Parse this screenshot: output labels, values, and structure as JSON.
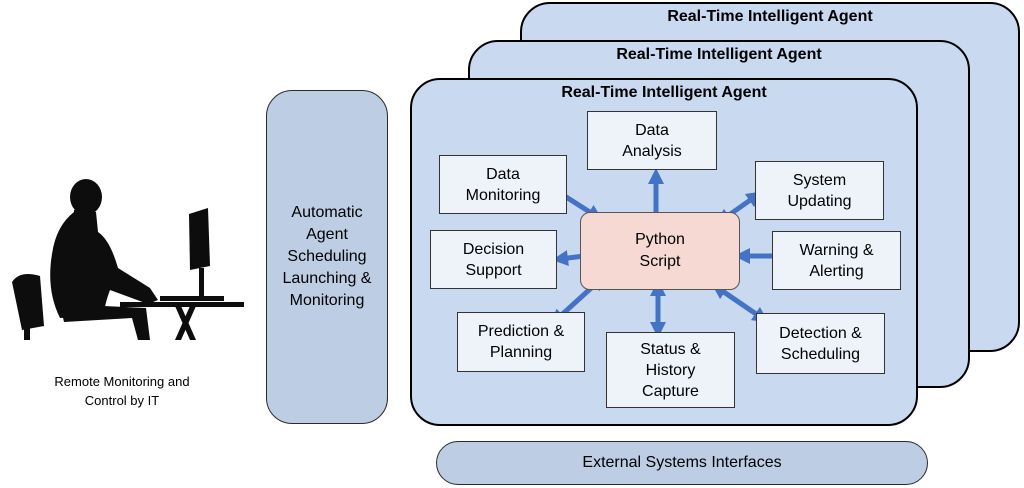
{
  "agent_stack": [
    {
      "title": "Real-Time Intelligent Agent"
    },
    {
      "title": "Real-Time Intelligent Agent"
    },
    {
      "title": "Real-Time Intelligent Agent"
    }
  ],
  "operator": {
    "icon": "person-at-computer-icon",
    "caption": "Remote Monitoring and\nControl by IT"
  },
  "scheduler": {
    "label": "Automatic\nAgent\nScheduling\nLaunching &\nMonitoring"
  },
  "external": {
    "label": "External Systems Interfaces"
  },
  "core": {
    "label": "Python\nScript"
  },
  "functions": [
    {
      "label": "Data\nAnalysis"
    },
    {
      "label": "Data\nMonitoring"
    },
    {
      "label": "System\nUpdating"
    },
    {
      "label": "Decision\nSupport"
    },
    {
      "label": "Warning &\nAlerting"
    },
    {
      "label": "Prediction  &\nPlanning"
    },
    {
      "label": "Status &\nHistory\nCapture"
    },
    {
      "label": "Detection &\nScheduling"
    }
  ],
  "colors": {
    "agent_fill": "#c9d9ef",
    "pill_fill": "#bccde4",
    "core_fill": "#f6d9d3",
    "arrow": "#4472c4"
  }
}
